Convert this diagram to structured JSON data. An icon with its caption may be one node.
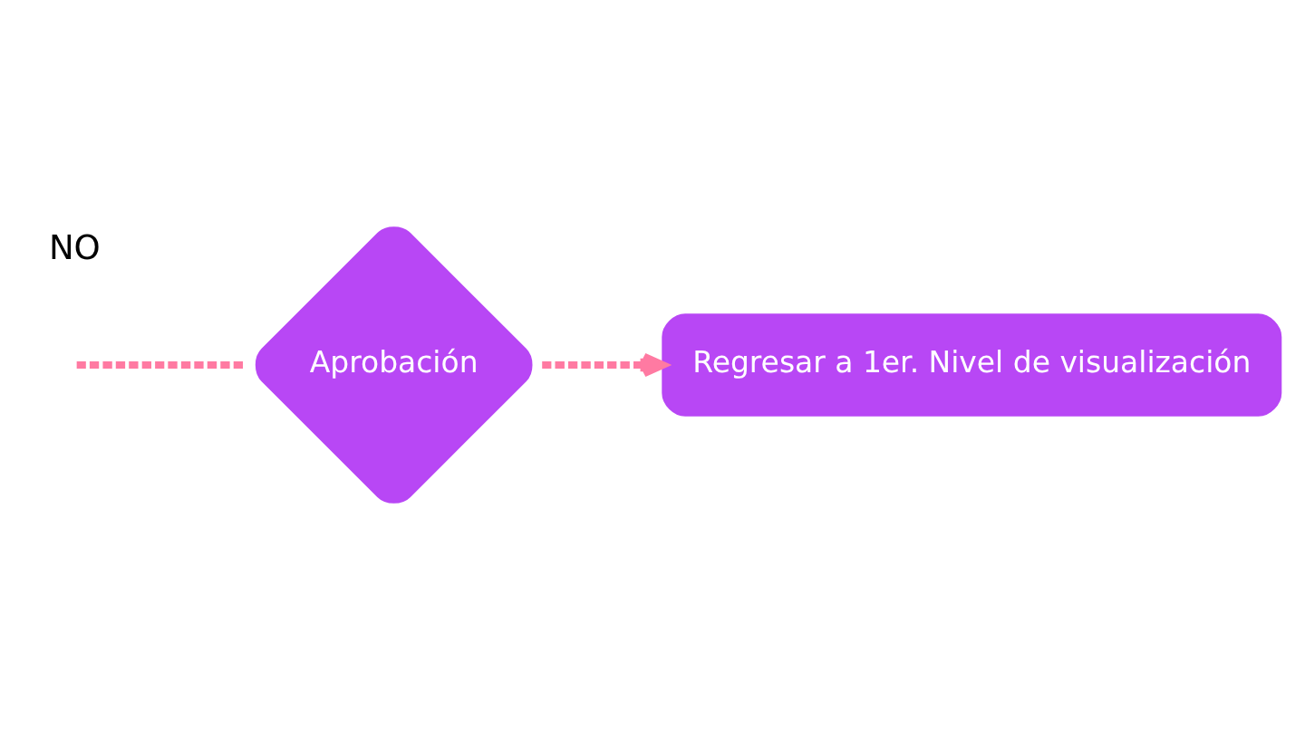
{
  "diagram": {
    "nodes": [
      {
        "text": [
          "Aprobación"
        ]
      },
      {
        "text": [
          "Regresar a 1er. Nivel de visualización"
        ]
      }
    ],
    "edges": [
      {
        "from": null,
        "to": 0,
        "arrow": "none",
        "style": "dashed"
      },
      {
        "from": 0,
        "to": 1,
        "arrow": "to",
        "style": "dashed"
      }
    ],
    "labels": [
      "NO"
    ]
  }
}
